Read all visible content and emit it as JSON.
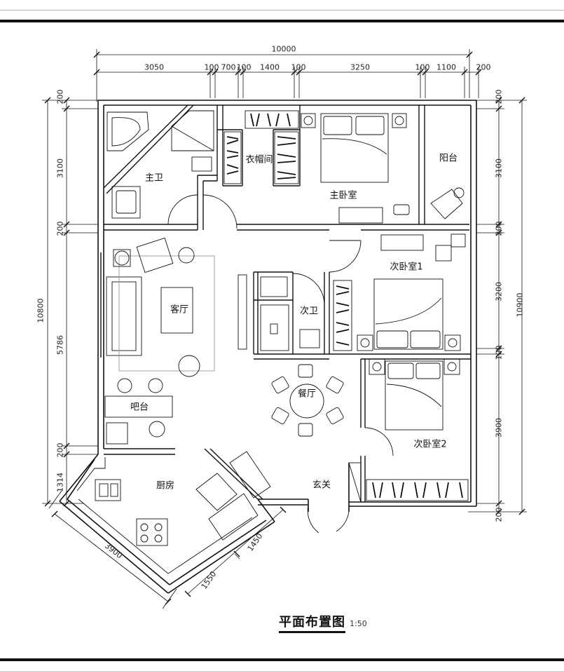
{
  "title": "平面布置图",
  "scale": "1:50",
  "rooms": {
    "master_bath": "主卫",
    "wardrobe": "衣帽间",
    "master_bedroom": "主卧室",
    "balcony": "阳台",
    "living_room": "客厅",
    "second_bath": "次卫",
    "second_bedroom_1": "次卧室1",
    "second_bedroom_2": "次卧室2",
    "dining": "餐厅",
    "bar": "吧台",
    "kitchen": "厨房",
    "entrance": "玄关"
  },
  "dimensions": {
    "top_total": "10000",
    "top_segments": [
      "3050",
      "100",
      "700",
      "100",
      "1400",
      "100",
      "3250",
      "100",
      "1100",
      "200"
    ],
    "left_total": "10800",
    "left_segments": [
      "200",
      "3100",
      "200",
      "5786",
      "200",
      "1314"
    ],
    "right_total": "10900",
    "right_segments": [
      "200",
      "3100",
      "200",
      "3200",
      "100",
      "3900",
      "200"
    ],
    "diagonal": [
      "3900",
      "1550",
      "1450"
    ]
  }
}
